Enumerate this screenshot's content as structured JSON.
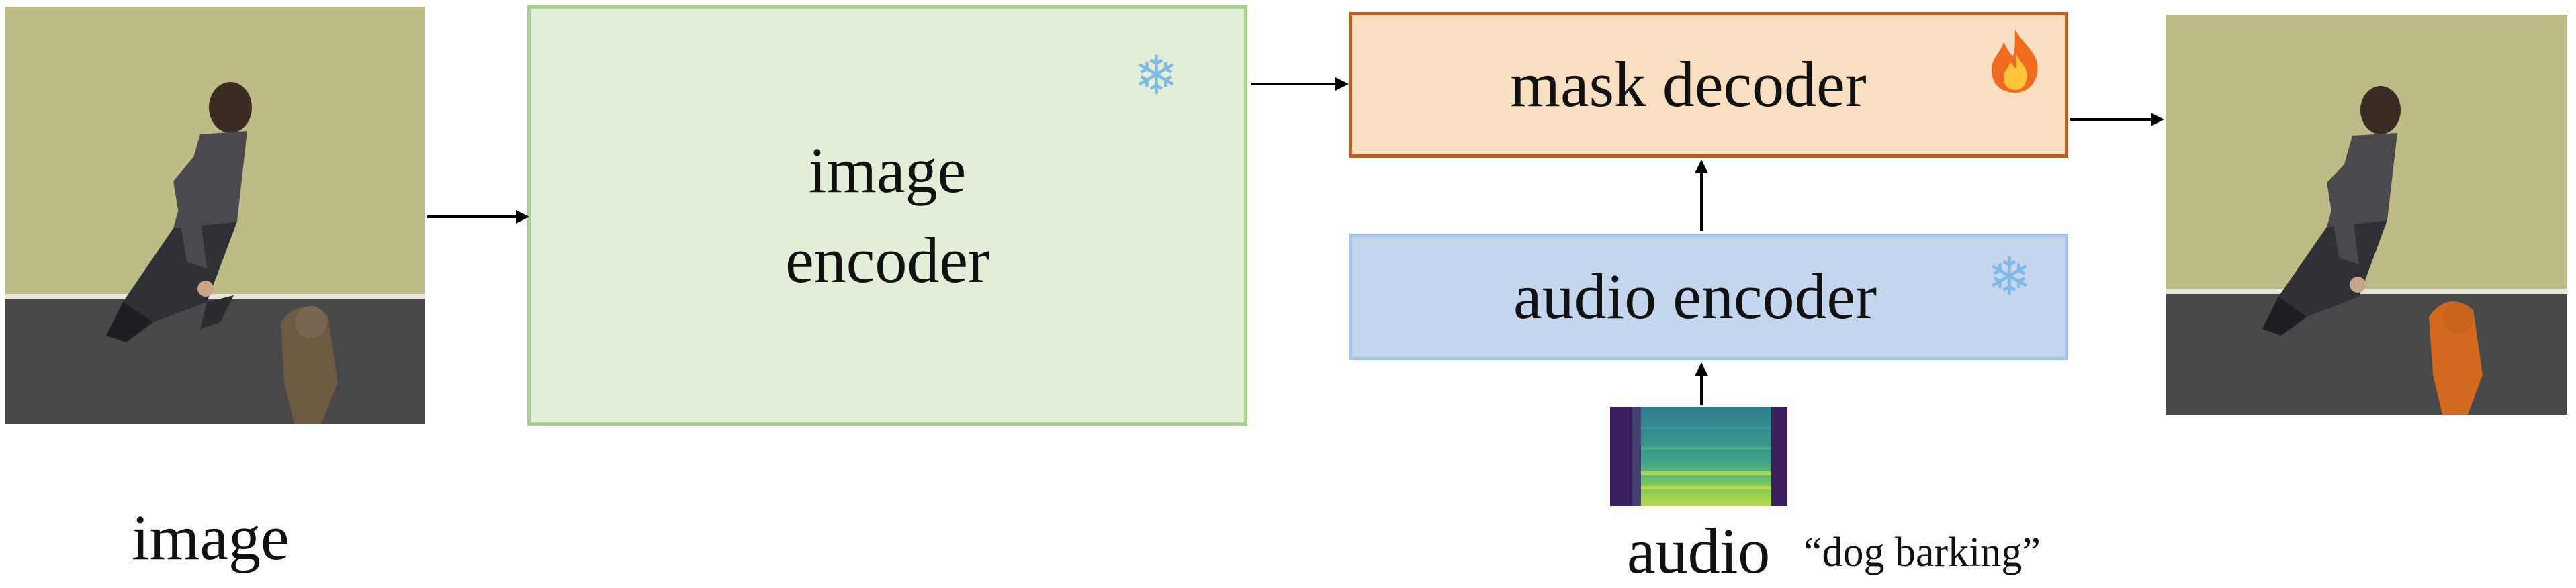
{
  "input_image": {
    "label": "image"
  },
  "image_encoder": {
    "label": "image\nencoder",
    "status_icon": "snowflake-icon"
  },
  "mask_decoder": {
    "label": "mask decoder",
    "status_icon": "fire-icon"
  },
  "audio_encoder": {
    "label": "audio encoder",
    "status_icon": "snowflake-icon"
  },
  "audio_input": {
    "label": "audio",
    "quote": "“dog barking”"
  },
  "colors": {
    "image_encoder_fill": "#e3eed8",
    "image_encoder_border": "#a9d18e",
    "mask_decoder_fill": "#f9dfc2",
    "mask_decoder_border": "#b75e28",
    "audio_encoder_fill": "#c4d6ee",
    "audio_encoder_border": "#a9c3e5",
    "mask_highlight": "#d2691e"
  }
}
